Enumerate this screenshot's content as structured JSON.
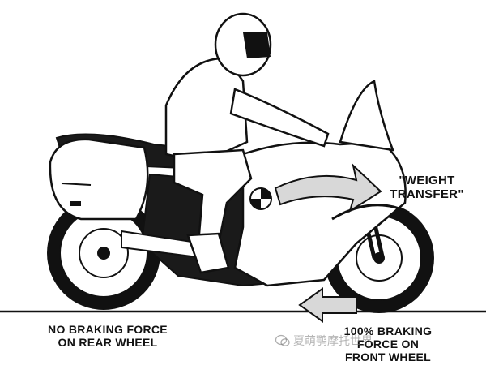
{
  "labels": {
    "weight_line1": "\"WEIGHT",
    "weight_line2": "TRANSFER\"",
    "rear_line1": "NO BRAKING FORCE",
    "rear_line2": "ON REAR WHEEL",
    "front_line1": "100% BRAKING",
    "front_line2": "FORCE ON",
    "front_line3": "FRONT WHEEL"
  },
  "watermark": {
    "icon": "wechat-icon",
    "text": "夏萌鹗摩托世界"
  },
  "colors": {
    "ink": "#111111",
    "arrow_fill": "#d8d8d8",
    "frame_fill": "#1a1a1a"
  }
}
